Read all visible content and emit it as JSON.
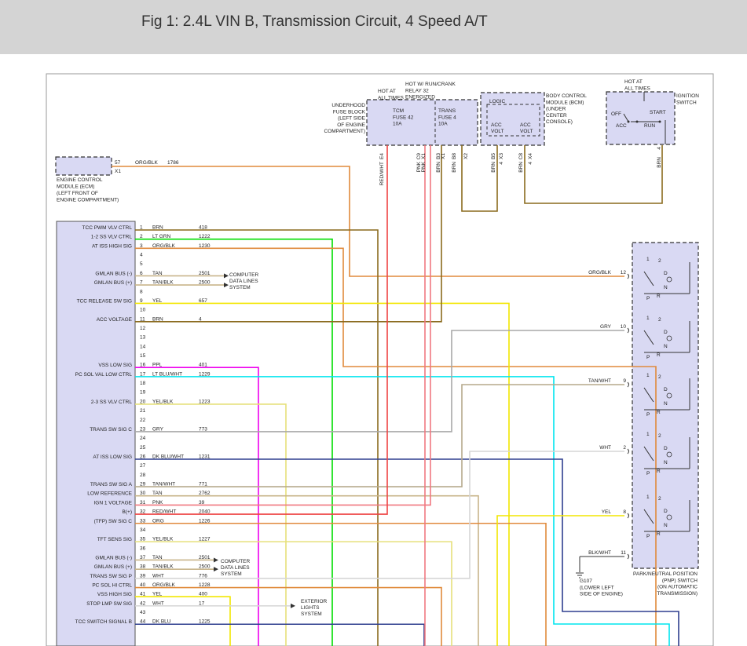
{
  "figure": {
    "title": "Fig 1: 2.4L VIN B, Transmission Circuit, 4 Speed A/T"
  },
  "colors": {
    "module_fill": "#d9d9f3",
    "header_bg": "#d4d4d4",
    "wire_brn": "#8a6a1d",
    "wire_ltgrn": "#00dd00",
    "wire_orgblk": "#e08a3c",
    "wire_tan": "#c8b48a",
    "wire_yel": "#f2e600",
    "wire_ppl": "#ee00ee",
    "wire_ltblu": "#00e5ee",
    "wire_yelblk": "#e6e07a",
    "wire_gry": "#a8a8a8",
    "wire_dkblu": "#2f3f8f",
    "wire_tanwht": "#b5a98c",
    "wire_pnk": "#f07880",
    "wire_redwht": "#ee4444",
    "wire_org": "#e08a3c",
    "wire_wht": "#d6d6d6"
  },
  "components": {
    "underhood_fuse_block": "UNDERHOOD\nFUSE BLOCK\n(LEFT SIDE\nOF ENGINE\nCOMPARTMENT)",
    "hot_at_all_times_1": "HOT AT\nALL TIMES",
    "hot_w_run_crank": "HOT W/ RUN/CRANK\nRELAY 32\nENERGIZED",
    "tcm_fuse": "TCM\nFUSE 42\n10A",
    "trans_fuse": "TRANS\nFUSE 4\n10A",
    "bcm_logic": "LOGIC",
    "bcm_acc_volt_1": "ACC\nVOLT",
    "bcm_acc_volt_2": "ACC\nVOLT",
    "bcm_label": "BODY CONTROL\nMODULE (BCM)\n(UNDER\nCENTER\nCONSOLE)",
    "hot_at_all_times_2": "HOT AT\nALL TIMES",
    "ignition_switch": "IGNITION\nSWITCH",
    "ign_off": "OFF",
    "ign_start": "START",
    "ign_acc": "ACC",
    "ign_run": "RUN",
    "ecm_label": "ENGINE CONTROL\nMODULE (ECM)\n(LEFT FRONT OF\nENGINE COMPARTMENT)",
    "ecm_pin": "57",
    "ecm_conn": "X1",
    "ecm_wire_color": "ORG/BLK",
    "ecm_wire_circuit": "1786",
    "computer_data_lines_1": "COMPUTER\nDATA LINES\nSYSTEM",
    "computer_data_lines_2": "COMPUTER\nDATA LINES\nSYSTEM",
    "exterior_lights": "EXTERIOR\nLIGHTS\nSYSTEM",
    "pnp_switch": "PARK/NEUTRAL POSITION\n(PNP) SWITCH\n(ON AUTOMATIC\nTRANSMISSION)",
    "ground": "G107\n(LOWER LEFT\nSIDE OF ENGINE)"
  },
  "fuse_pins": [
    {
      "pin": "E4",
      "color": "RED/WHT"
    },
    {
      "pin": "C9",
      "color": "PNK"
    },
    {
      "pin": "X1",
      "color": "PNK"
    },
    {
      "pin": "B3",
      "color": "BRN"
    },
    {
      "pin": "X1",
      "color": ""
    },
    {
      "pin": "B8",
      "color": "BRN"
    },
    {
      "pin": "X2",
      "color": ""
    }
  ],
  "bcm_pins": [
    {
      "pin": "B5",
      "conn": "X3",
      "color": "BRN",
      "circuit": "4"
    },
    {
      "pin": "C8",
      "conn": "X4",
      "color": "BRN",
      "circuit": "4"
    }
  ],
  "ign_pin": {
    "pin": "4",
    "color": "BRN",
    "circuit": "4"
  },
  "tcm_pins": [
    {
      "pin": "1",
      "label": "TCC PWM VLV CTRL",
      "color": "BRN",
      "circuit": "418"
    },
    {
      "pin": "2",
      "label": "1-2 SS VLV CTRL",
      "color": "LT GRN",
      "circuit": "1222"
    },
    {
      "pin": "3",
      "label": "AT ISS HIGH SIG",
      "color": "ORG/BLK",
      "circuit": "1230"
    },
    {
      "pin": "4",
      "label": "",
      "color": "",
      "circuit": ""
    },
    {
      "pin": "5",
      "label": "",
      "color": "",
      "circuit": ""
    },
    {
      "pin": "6",
      "label": "GMLAN BUS (-)",
      "color": "TAN",
      "circuit": "2501"
    },
    {
      "pin": "7",
      "label": "GMLAN BUS (+)",
      "color": "TAN/BLK",
      "circuit": "2500"
    },
    {
      "pin": "8",
      "label": "",
      "color": "",
      "circuit": ""
    },
    {
      "pin": "9",
      "label": "TCC RELEASE SW SIG",
      "color": "YEL",
      "circuit": "657"
    },
    {
      "pin": "10",
      "label": "",
      "color": "",
      "circuit": ""
    },
    {
      "pin": "11",
      "label": "ACC VOLTAGE",
      "color": "BRN",
      "circuit": "4"
    },
    {
      "pin": "12",
      "label": "",
      "color": "",
      "circuit": ""
    },
    {
      "pin": "13",
      "label": "",
      "color": "",
      "circuit": ""
    },
    {
      "pin": "14",
      "label": "",
      "color": "",
      "circuit": ""
    },
    {
      "pin": "15",
      "label": "",
      "color": "",
      "circuit": ""
    },
    {
      "pin": "16",
      "label": "VSS LOW SIG",
      "color": "PPL",
      "circuit": "401"
    },
    {
      "pin": "17",
      "label": "PC SOL VAL LOW CTRL",
      "color": "LT BLU/WHT",
      "circuit": "1229"
    },
    {
      "pin": "18",
      "label": "",
      "color": "",
      "circuit": ""
    },
    {
      "pin": "19",
      "label": "",
      "color": "",
      "circuit": ""
    },
    {
      "pin": "20",
      "label": "2-3 SS VLV CTRL",
      "color": "YEL/BLK",
      "circuit": "1223"
    },
    {
      "pin": "21",
      "label": "",
      "color": "",
      "circuit": ""
    },
    {
      "pin": "22",
      "label": "",
      "color": "",
      "circuit": ""
    },
    {
      "pin": "23",
      "label": "TRANS SW SIG C",
      "color": "GRY",
      "circuit": "773"
    },
    {
      "pin": "24",
      "label": "",
      "color": "",
      "circuit": ""
    },
    {
      "pin": "25",
      "label": "",
      "color": "",
      "circuit": ""
    },
    {
      "pin": "26",
      "label": "AT ISS LOW SIG",
      "color": "DK BLU/WHT",
      "circuit": "1231"
    },
    {
      "pin": "27",
      "label": "",
      "color": "",
      "circuit": ""
    },
    {
      "pin": "28",
      "label": "",
      "color": "",
      "circuit": ""
    },
    {
      "pin": "29",
      "label": "TRANS SW SIG A",
      "color": "TAN/WHT",
      "circuit": "771"
    },
    {
      "pin": "30",
      "label": "LOW REFERENCE",
      "color": "TAN",
      "circuit": "2762"
    },
    {
      "pin": "31",
      "label": "IGN 1 VOLTAGE",
      "color": "PNK",
      "circuit": "39"
    },
    {
      "pin": "32",
      "label": "B(+)",
      "color": "RED/WHT",
      "circuit": "2040"
    },
    {
      "pin": "33",
      "label": "(TFP) SW SIG C",
      "color": "ORG",
      "circuit": "1226"
    },
    {
      "pin": "34",
      "label": "",
      "color": "",
      "circuit": ""
    },
    {
      "pin": "35",
      "label": "TFT SENS SIG",
      "color": "YEL/BLK",
      "circuit": "1227"
    },
    {
      "pin": "36",
      "label": "",
      "color": "",
      "circuit": ""
    },
    {
      "pin": "37",
      "label": "GMLAN BUS (-)",
      "color": "TAN",
      "circuit": "2501"
    },
    {
      "pin": "38",
      "label": "GMLAN BUS (+)",
      "color": "TAN/BLK",
      "circuit": "2500"
    },
    {
      "pin": "39",
      "label": "TRANS SW SIG P",
      "color": "WHT",
      "circuit": "776"
    },
    {
      "pin": "40",
      "label": "PC SOL HI CTRL",
      "color": "ORG/BLK",
      "circuit": "1228"
    },
    {
      "pin": "41",
      "label": "VSS HIGH SIG",
      "color": "YEL",
      "circuit": "400"
    },
    {
      "pin": "42",
      "label": "STOP LMP SW SIG",
      "color": "WHT",
      "circuit": "17"
    },
    {
      "pin": "43",
      "label": "",
      "color": "",
      "circuit": ""
    },
    {
      "pin": "44",
      "label": "TCC SWITCH SIGNAL B",
      "color": "DK BLU",
      "circuit": "1225"
    }
  ],
  "pnp_pins": [
    {
      "pin": "12",
      "color": "ORG/BLK"
    },
    {
      "pin": "10",
      "color": "GRY"
    },
    {
      "pin": "9",
      "color": "TAN/WHT"
    },
    {
      "pin": "2",
      "color": "WHT"
    },
    {
      "pin": "8",
      "color": "YEL"
    },
    {
      "pin": "11",
      "color": "BLK/WHT"
    }
  ],
  "pnp_contacts": {
    "d1": "1",
    "d2": "2",
    "d": "D",
    "n": "N",
    "p": "P",
    "r": "R"
  }
}
